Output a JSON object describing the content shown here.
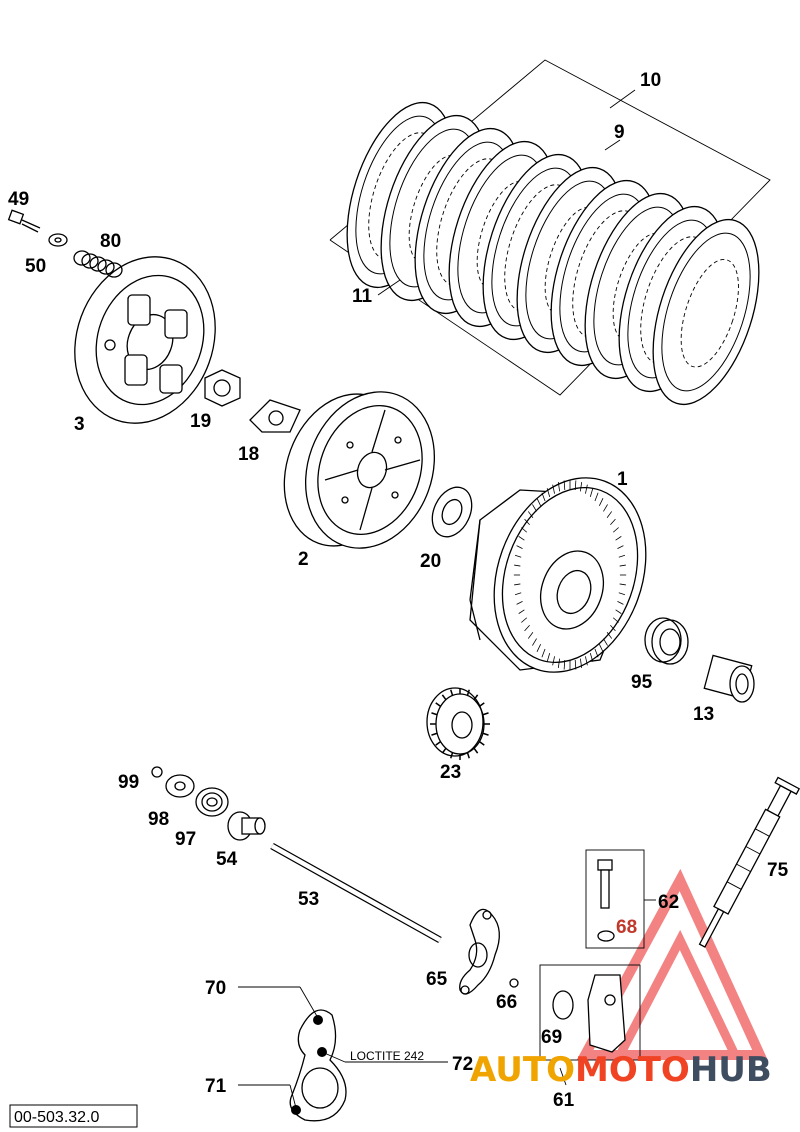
{
  "parts": {
    "p1": "1",
    "p2": "2",
    "p3": "3",
    "p9": "9",
    "p10": "10",
    "p11": "11",
    "p13": "13",
    "p18": "18",
    "p19": "19",
    "p20": "20",
    "p23": "23",
    "p49": "49",
    "p50": "50",
    "p53": "53",
    "p54": "54",
    "p61": "61",
    "p62": "62",
    "p65": "65",
    "p66": "66",
    "p68": "68",
    "p69": "69",
    "p70": "70",
    "p71": "71",
    "p72": "72",
    "p75": "75",
    "p80": "80",
    "p95": "95",
    "p97": "97",
    "p98": "98",
    "p99": "99"
  },
  "annotation": {
    "loctite": "LOCTITE 242"
  },
  "drawing_ref": "00-503.32.0",
  "watermark": {
    "part1": "AUTO",
    "part2": "MOTO",
    "part3": "HUB"
  },
  "colors": {
    "watermark_orange": "#f0a400",
    "watermark_red": "#ef4323",
    "watermark_dark": "#3f4d60"
  }
}
